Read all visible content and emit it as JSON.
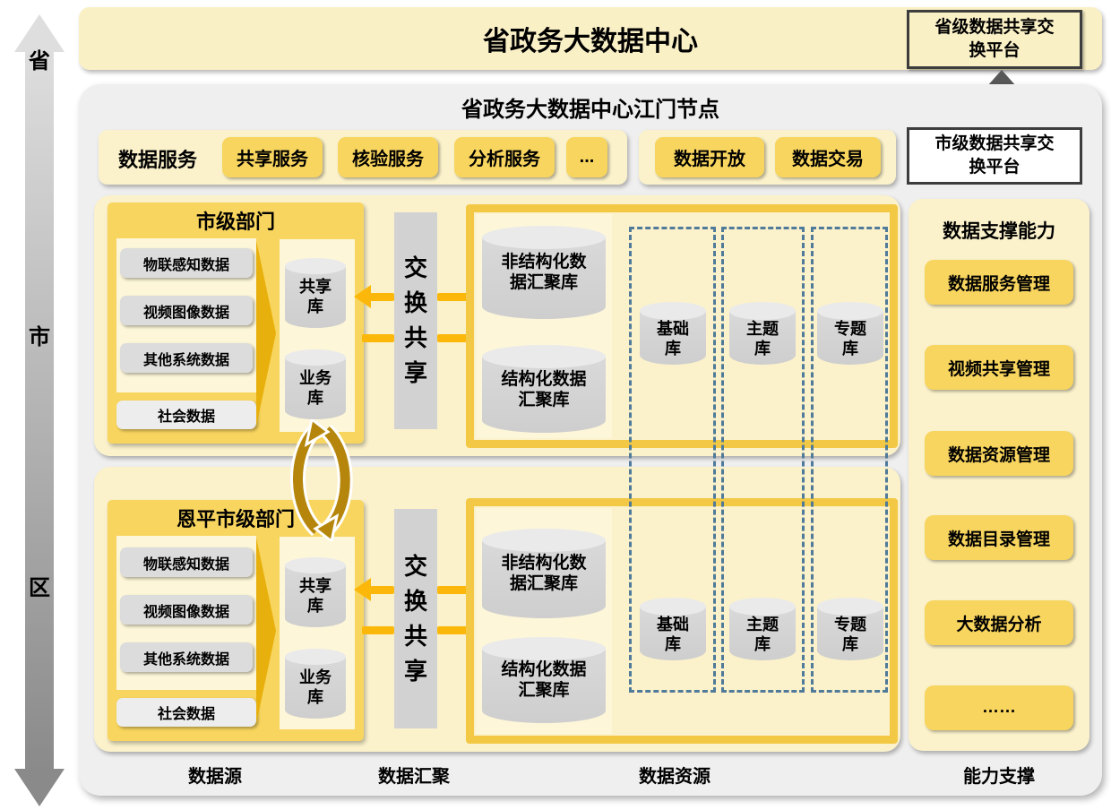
{
  "colors": {
    "banner_cream": "#FAF0C6",
    "panel_cream": "#FBF2CB",
    "inner_cream": "#FDF6D9",
    "button_yellow": "#F8D55E",
    "gold_border": "#F2C844",
    "arrow_gold": "#FCB80A",
    "flow_triangle_gold": "#E8B00C",
    "sync_gold": "#B5860B",
    "bar_gray": "#D2D2D2",
    "pill_gray": "#DCDCDC",
    "cylinder_gray": "#D6D6D6",
    "dashed_blue": "#4F7A99",
    "node_gray": "#EFEFEF",
    "platform_border": "#3D3D3D"
  },
  "header": {
    "banner_title": "省政务大数据中心",
    "node_title": "省政务大数据中心江门节点"
  },
  "level_axis": {
    "labels": [
      "省",
      "市",
      "区"
    ]
  },
  "platforms": {
    "provincial": "省级数据共享交\n换平台",
    "municipal": "市级数据共享交\n换平台"
  },
  "services": {
    "label": "数据服务",
    "buttons": [
      "共享服务",
      "核验服务",
      "分析服务",
      "..."
    ],
    "open_buttons": [
      "数据开放",
      "数据交易"
    ]
  },
  "departments": [
    {
      "title": "市级部门",
      "sources": [
        "物联感知数据",
        "视频图像数据",
        "其他系统数据"
      ],
      "social": "社会数据",
      "share_lib": "共享\n库",
      "business_lib": "业务\n库"
    },
    {
      "title": "恩平市级部门",
      "sources": [
        "物联感知数据",
        "视频图像数据",
        "其他系统数据"
      ],
      "social": "社会数据",
      "share_lib": "共享\n库",
      "business_lib": "业务\n库"
    }
  ],
  "exchange_label": "交\n换\n共\n享",
  "aggregation": {
    "unstructured": "非结构化数\n据汇聚库",
    "structured": "结构化数据\n汇聚库"
  },
  "resource_libs": [
    "基础\n库",
    "主题\n库",
    "专题\n库"
  ],
  "sidebar": {
    "title": "数据支撑能力",
    "buttons": [
      "数据服务管理",
      "视频共享管理",
      "数据资源管理",
      "数据目录管理",
      "大数据分析",
      "……"
    ]
  },
  "stage_labels": [
    "数据源",
    "数据汇聚",
    "数据资源",
    "能力支撑"
  ]
}
